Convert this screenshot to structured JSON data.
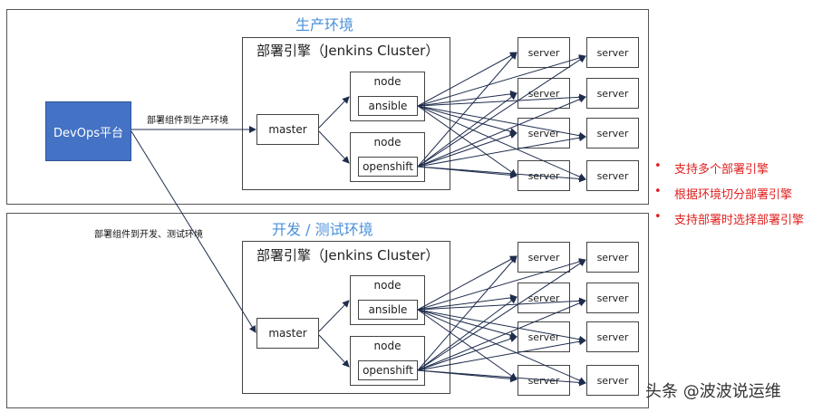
{
  "devops": {
    "label": "DevOps平台"
  },
  "edges": {
    "to_prod": "部署组件到生产环境",
    "to_dev": "部署组件到开发、测试环境"
  },
  "environments": [
    {
      "title": "生产环境",
      "cluster_title": "部署引擎（Jenkins Cluster）",
      "master": "master",
      "nodes": [
        {
          "label": "node",
          "tool": "ansible"
        },
        {
          "label": "node",
          "tool": "openshift"
        }
      ],
      "servers": [
        "server",
        "server",
        "server",
        "server",
        "server",
        "server",
        "server",
        "server"
      ]
    },
    {
      "title": "开发 / 测试环境",
      "cluster_title": "部署引擎（Jenkins Cluster）",
      "master": "master",
      "nodes": [
        {
          "label": "node",
          "tool": "ansible"
        },
        {
          "label": "node",
          "tool": "openshift"
        }
      ],
      "servers": [
        "server",
        "server",
        "server",
        "server",
        "server",
        "server",
        "server",
        "server"
      ]
    }
  ],
  "bullets": {
    "marker": "•",
    "items": [
      "支持多个部署引擎",
      "根据环境切分部署引擎",
      "支持部署时选择部署引擎"
    ]
  },
  "watermark": "头条 @波波说运维",
  "colors": {
    "devops_fill": "#4472c4",
    "title_blue": "#4a90d9",
    "bullet_red": "#e02020",
    "arrow": "#1f2d4d"
  }
}
